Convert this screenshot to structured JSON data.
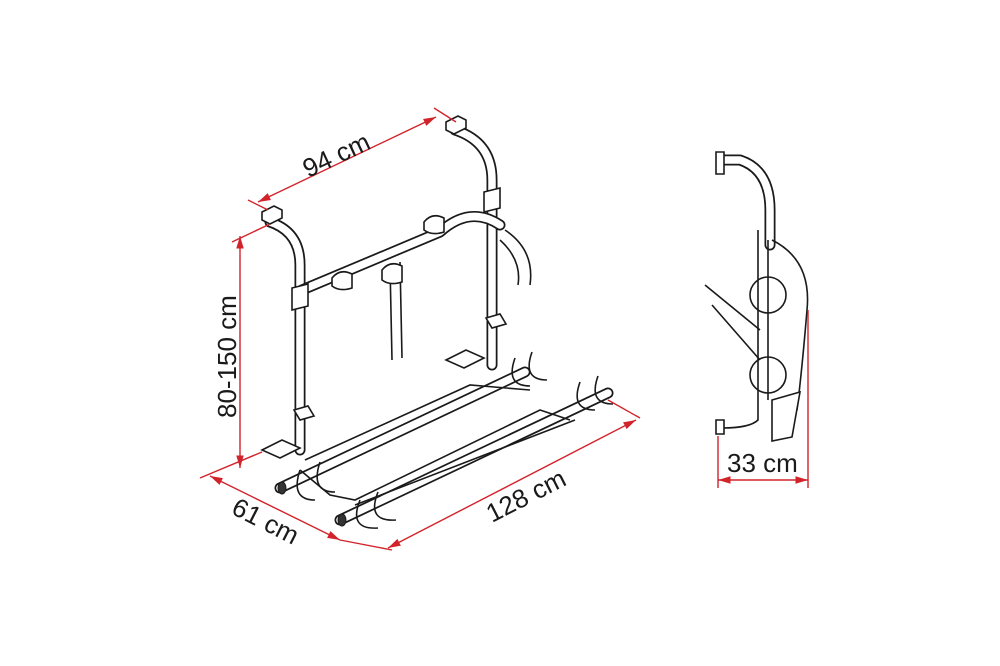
{
  "title": "Bike rack dimensions",
  "colors": {
    "dimension_line": "#d2232a",
    "drawing": "#1a1a1a"
  },
  "dimensions": {
    "width_top": "94 cm",
    "height": "80-150 cm",
    "depth": "61 cm",
    "rail_length": "128 cm",
    "side_depth": "33 cm"
  }
}
